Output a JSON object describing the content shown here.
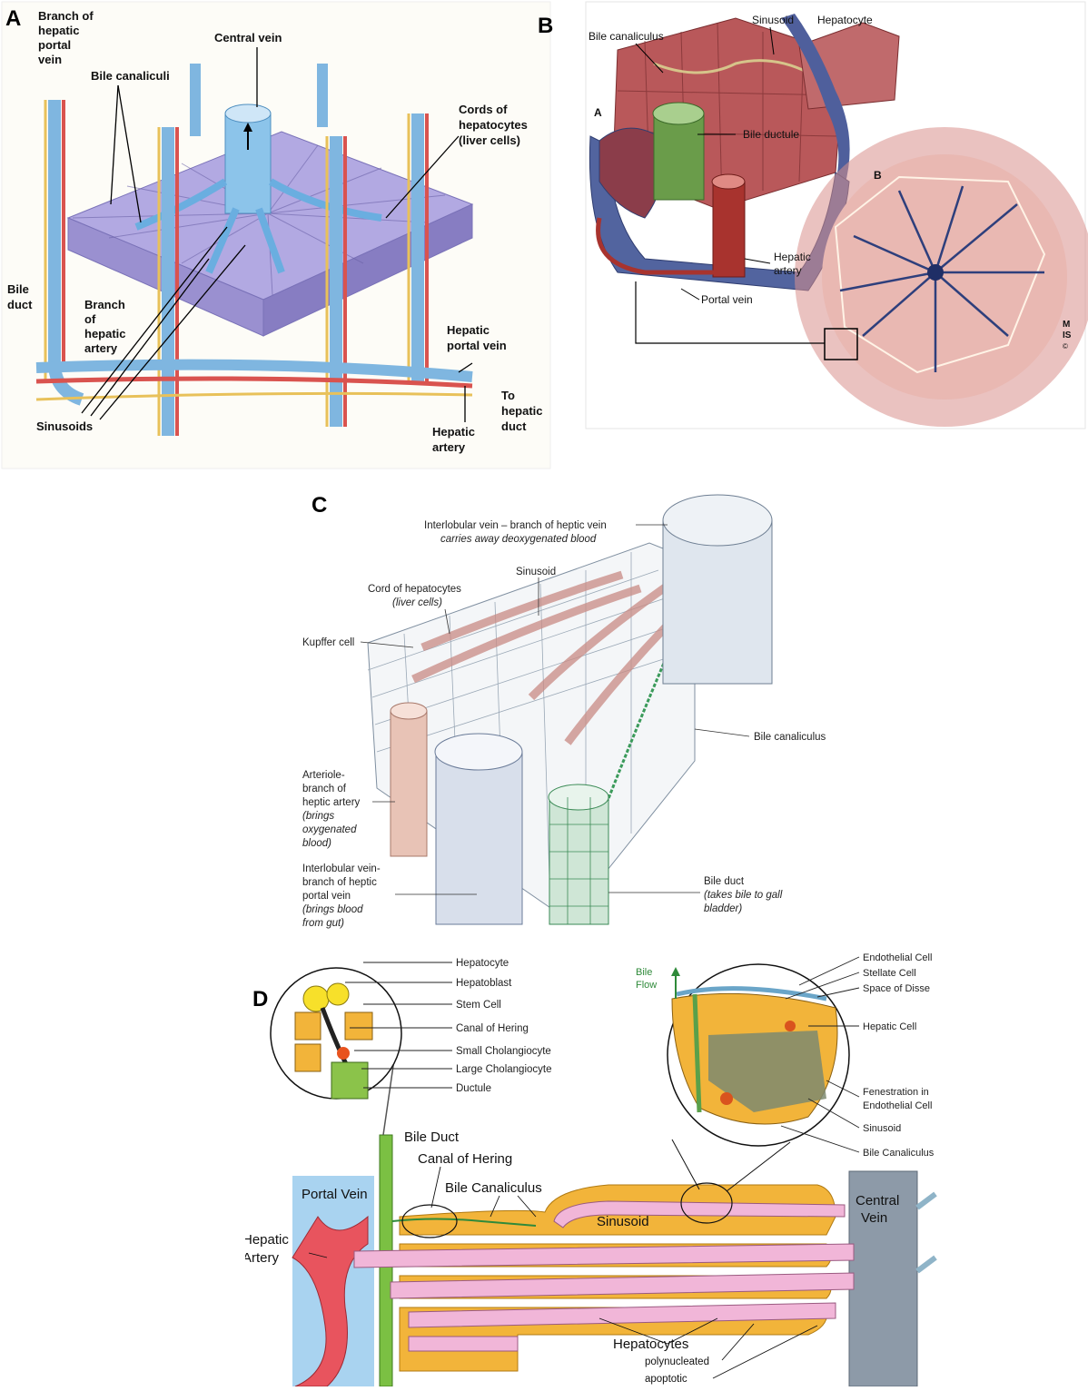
{
  "panels": {
    "A": {
      "letter": "A",
      "labels": {
        "branch_portal": [
          "Branch of",
          "hepatic",
          "portal",
          "vein"
        ],
        "central_vein": "Central vein",
        "bile_canaliculi": "Bile canaliculi",
        "cords": [
          "Cords of",
          "hepatocytes",
          "(liver cells)"
        ],
        "bile_duct": [
          "Bile",
          "duct"
        ],
        "branch_artery": [
          "Branch",
          "of",
          "hepatic",
          "artery"
        ],
        "hepatic_portal_vein": [
          "Hepatic",
          "portal vein"
        ],
        "to_hepatic_duct": [
          "To",
          "hepatic",
          "duct"
        ],
        "hepatic_artery": [
          "Hepatic",
          "artery"
        ],
        "sinusoids": "Sinusoids"
      }
    },
    "B": {
      "letter": "B",
      "labels": {
        "bile_canaliculus": "Bile canaliculus",
        "sinusoid": "Sinusoid",
        "hepatocyte": "Hepatocyte",
        "inset_a": "A",
        "bile_ductule": "Bile ductule",
        "inset_b": "B",
        "hepatic_artery": [
          "Hepatic",
          "artery"
        ],
        "portal_vein": "Portal vein",
        "signature": [
          "M",
          "IS",
          "©"
        ]
      }
    },
    "C": {
      "letter": "C",
      "labels": {
        "interlobular_vein_hepatic": "Interlobular vein – branch of heptic vein",
        "interlobular_vein_hepatic_note": "carries away deoxygenated blood",
        "sinusoid": "Sinusoid",
        "cord": "Cord of hepatocytes",
        "cord_note": "(liver cells)",
        "kupffer": "Kupffer cell",
        "bile_canaliculus": "Bile canaliculus",
        "arteriole": [
          "Arteriole-",
          "branch of",
          "heptic artery"
        ],
        "arteriole_note": [
          "(brings",
          "oxygenated",
          "blood)"
        ],
        "interlobular_vein_portal": [
          "Interlobular vein-",
          "branch of heptic",
          "portal vein"
        ],
        "interlobular_vein_portal_note": [
          "(brings blood",
          "from gut)"
        ],
        "bile_duct": "Bile duct",
        "bile_duct_note": [
          "(takes bile to gall",
          "bladder)"
        ]
      }
    },
    "D": {
      "letter": "D",
      "left_inset_labels": [
        "Hepatocyte",
        "Hepatoblast",
        "Stem Cell",
        "Canal of Hering",
        "Small Cholangiocyte",
        "Large Cholangiocyte",
        "Ductule"
      ],
      "right_inset_labels": [
        "Endothelial Cell",
        "Stellate Cell",
        "Space of Disse",
        "Hepatic Cell",
        "Fenestration in",
        "Endothelial Cell",
        "Sinusoid",
        "Bile Canaliculus"
      ],
      "bile_flow": [
        "Bile",
        "Flow"
      ],
      "bile_duct": "Bile Duct",
      "canal_of_hering": "Canal of Hering",
      "bile_canaliculus": "Bile Canaliculus",
      "portal_vein": "Portal Vein",
      "hepatic_artery": [
        "Hepatic",
        "Artery"
      ],
      "sinusoid": "Sinusoid",
      "central_vein": [
        "Central",
        "Vein"
      ],
      "hepatocytes": "Hepatocytes",
      "polynucleated": "polynucleated",
      "apoptotic": "apoptotic"
    }
  },
  "colors": {
    "vein_blue": "#7fb6e0",
    "artery_red": "#d9534f",
    "bile_yellow": "#e8c15a",
    "hepatocyte_purple": "#8f86c8",
    "tissue_pink": "#c97f86",
    "bile_green": "#6fa84a",
    "cell_orange": "#f2b43a",
    "sinusoid_pink": "#f1b6d8",
    "central_gray": "#8d9aa8",
    "portal_lightblue": "#a9d3f0"
  }
}
